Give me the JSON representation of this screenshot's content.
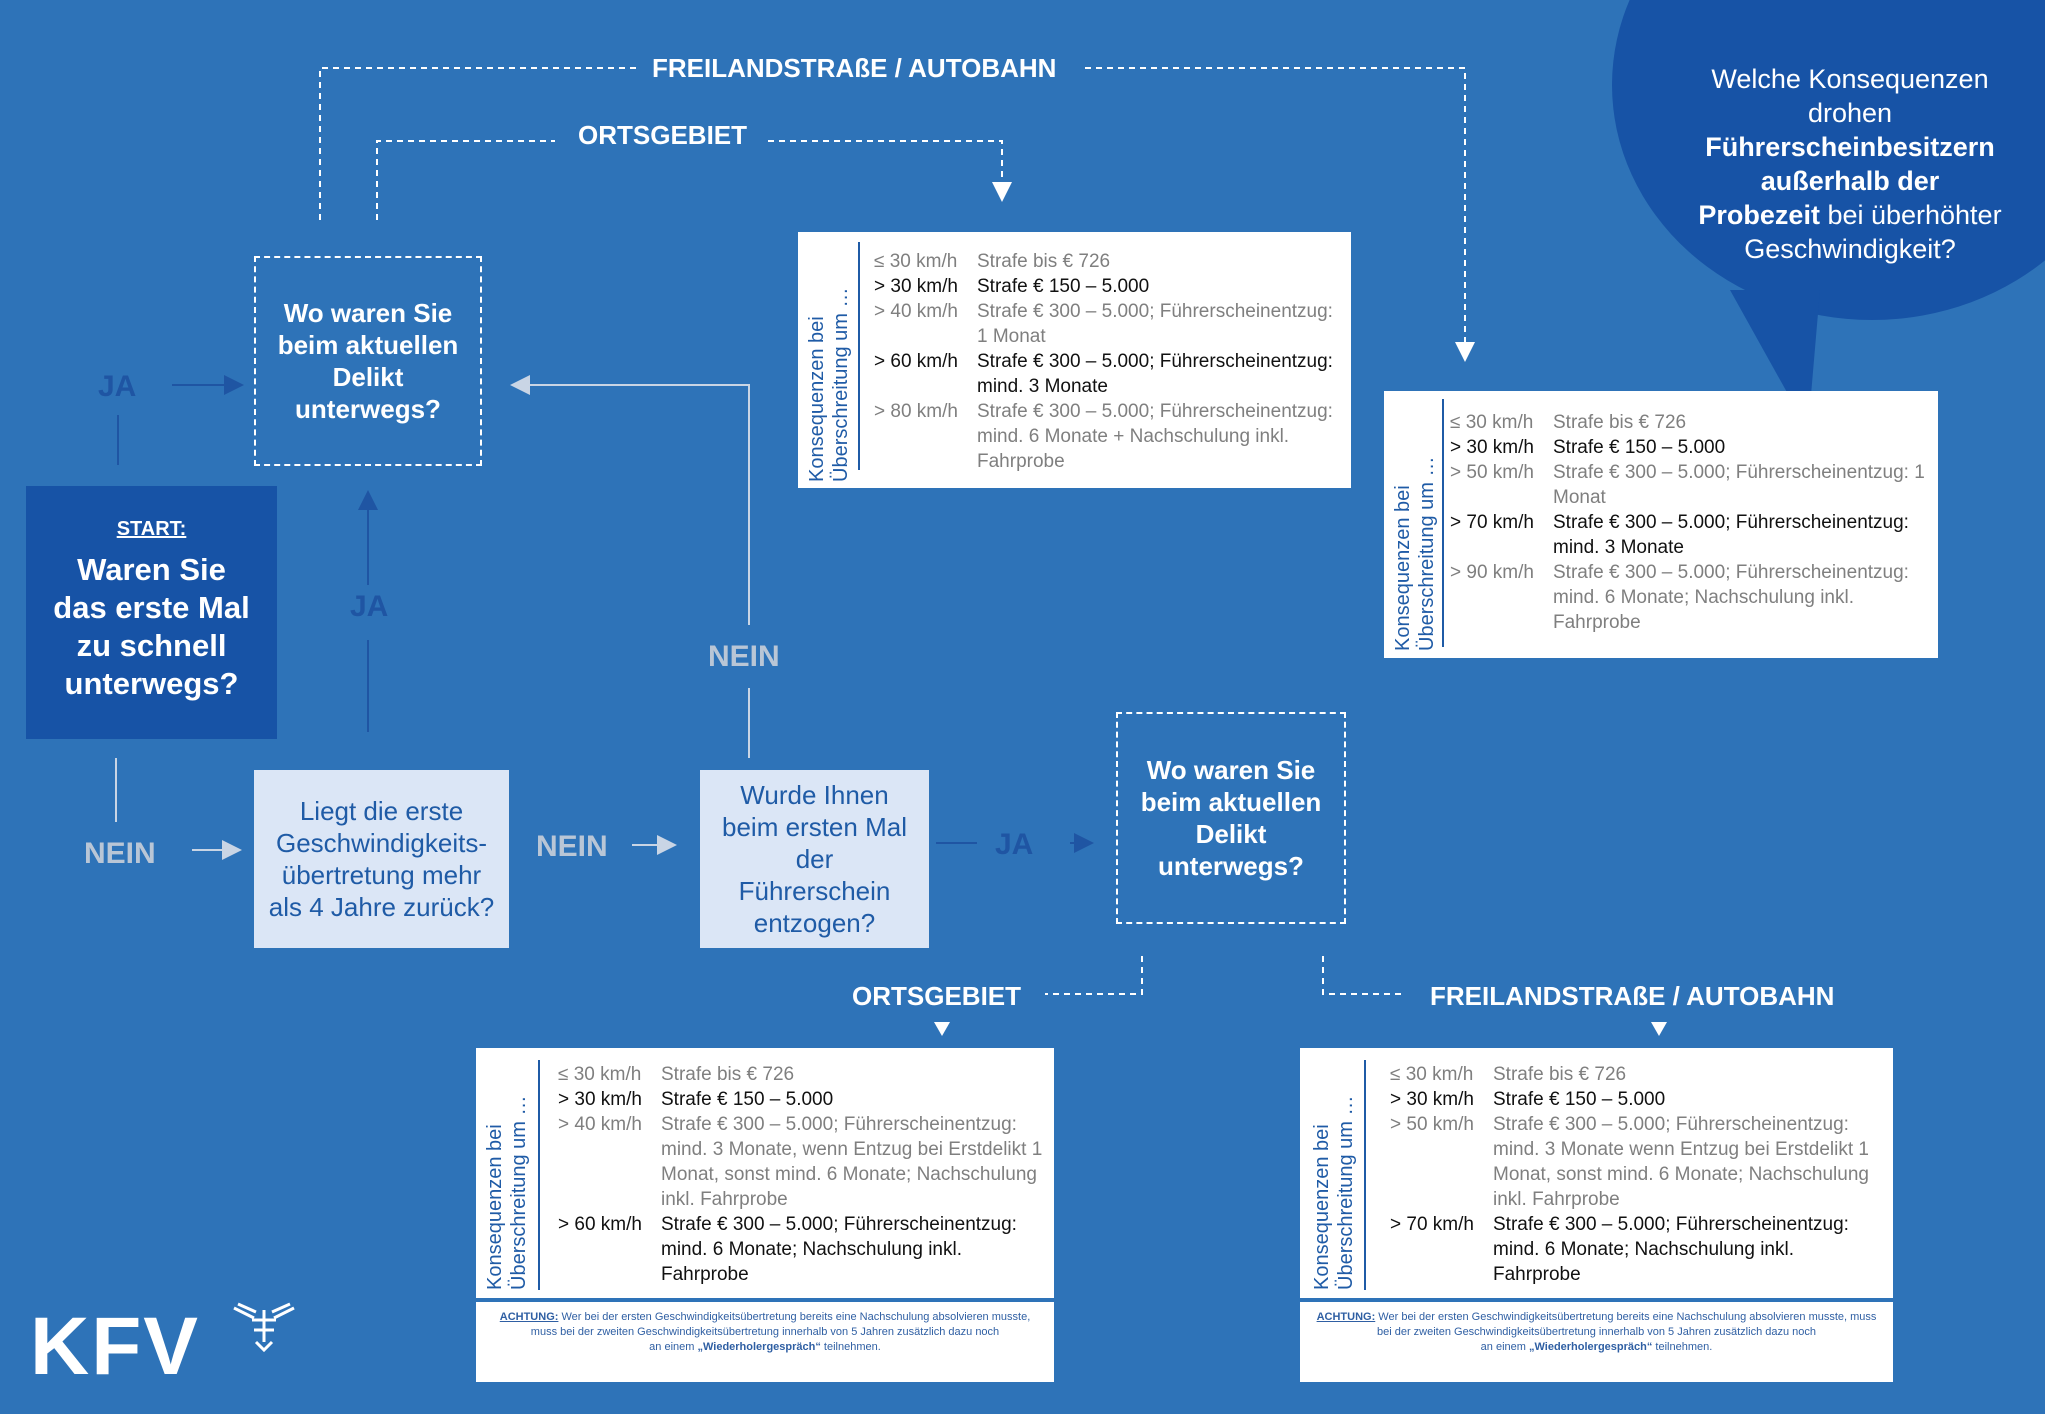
{
  "title": {
    "l1": "Welche Konsequenzen",
    "l2": "drohen",
    "b1": "Führerscheinbesitzern",
    "b2": "außerhalb der",
    "b3": "Probezeit",
    "l3": " bei überhöhter",
    "l4": "Geschwindigkeit?"
  },
  "labels": {
    "freiland": "FREILANDSTRAßE / AUTOBAHN",
    "ortsgebiet": "ORTSGEBIET",
    "ja": "JA",
    "nein": "NEIN"
  },
  "start": {
    "caption": "START:",
    "question": "Waren Sie das erste Mal zu schnell unterwegs?"
  },
  "questions": {
    "where": "Wo waren Sie beim aktuellen Delikt unterwegs?",
    "four_years": "Liegt die erste Geschwindigkeits-übertretung mehr als 4 Jahre zurück?",
    "license_revoked": "Wurde Ihnen beim ersten Mal der Führerschein entzogen?"
  },
  "panel_heading": {
    "l1": "Konsequenzen bei",
    "l2": "Überschreitung um …"
  },
  "panels": {
    "top_ortsgebiet": [
      {
        "speed": "≤ 30 km/h",
        "text": "Strafe bis € 726",
        "tone": "g"
      },
      {
        "speed": "> 30 km/h",
        "text": "Strafe € 150 – 5.000",
        "tone": "k"
      },
      {
        "speed": "> 40 km/h",
        "text": "Strafe € 300 – 5.000; Führerscheinentzug: 1 Monat",
        "tone": "g"
      },
      {
        "speed": "> 60 km/h",
        "text": "Strafe € 300 – 5.000; Führerscheinentzug: mind. 3 Monate",
        "tone": "k"
      },
      {
        "speed": "> 80 km/h",
        "text": "Strafe € 300 – 5.000; Führerscheinentzug: mind. 6 Monate + Nachschulung inkl. Fahrprobe",
        "tone": "g"
      }
    ],
    "top_freiland": [
      {
        "speed": "≤ 30 km/h",
        "text": "Strafe bis € 726",
        "tone": "g"
      },
      {
        "speed": "> 30 km/h",
        "text": "Strafe € 150 – 5.000",
        "tone": "k"
      },
      {
        "speed": "> 50 km/h",
        "text": "Strafe € 300 – 5.000; Führerscheinentzug: 1 Monat",
        "tone": "g"
      },
      {
        "speed": "> 70 km/h",
        "text": "Strafe € 300 – 5.000; Führerscheinentzug: mind. 3 Monate",
        "tone": "k"
      },
      {
        "speed": "> 90 km/h",
        "text": "Strafe € 300 – 5.000; Führerscheinentzug: mind. 6 Monate; Nachschulung inkl. Fahrprobe",
        "tone": "g"
      }
    ],
    "bottom_ortsgebiet": [
      {
        "speed": "≤ 30 km/h",
        "text": "Strafe bis € 726",
        "tone": "g"
      },
      {
        "speed": "> 30 km/h",
        "text": "Strafe € 150 – 5.000",
        "tone": "k"
      },
      {
        "speed": "> 40 km/h",
        "text": "Strafe € 300 – 5.000; Führerscheinentzug: mind. 3 Monate, wenn Entzug bei Erstdelikt 1 Monat, sonst mind. 6 Monate; Nachschulung inkl. Fahrprobe",
        "tone": "g"
      },
      {
        "speed": "> 60 km/h",
        "text": "Strafe € 300 – 5.000; Führerscheinentzug: mind. 6 Monate; Nachschulung inkl. Fahrprobe",
        "tone": "k"
      }
    ],
    "bottom_freiland": [
      {
        "speed": "≤ 30 km/h",
        "text": "Strafe bis € 726",
        "tone": "g"
      },
      {
        "speed": "> 30 km/h",
        "text": "Strafe € 150 – 5.000",
        "tone": "k"
      },
      {
        "speed": "> 50 km/h",
        "text": "Strafe € 300 – 5.000; Führerscheinentzug: mind. 3 Monate wenn Entzug bei Erstdelikt 1 Monat, sonst mind. 6 Monate; Nachschulung inkl. Fahrprobe",
        "tone": "g"
      },
      {
        "speed": "> 70 km/h",
        "text": "Strafe € 300 – 5.000; Führerscheinentzug: mind. 6 Monate; Nachschulung inkl. Fahrprobe",
        "tone": "k"
      }
    ]
  },
  "achtung": {
    "prefix": "ACHTUNG:",
    "text": " Wer bei der ersten Geschwindigkeitsübertretung bereits eine Nachschulung absolvieren musste, muss bei der zweiten Geschwindigkeitsübertretung innerhalb von 5 Jahren zusätzlich dazu noch",
    "text2": "an einem ",
    "highlight": "„Wiederholergespräch“",
    "text3": " teilnehmen."
  },
  "logo": "KFV",
  "colors": {
    "background": "#2e73b8",
    "dark_box": "#1753a6",
    "light_box": "#dbe6f6",
    "ja_label": "#1f55a3",
    "nein_label": "#b9c6d6",
    "panel_text_dark": "#111111",
    "panel_text_grey": "#7f7f7f"
  }
}
